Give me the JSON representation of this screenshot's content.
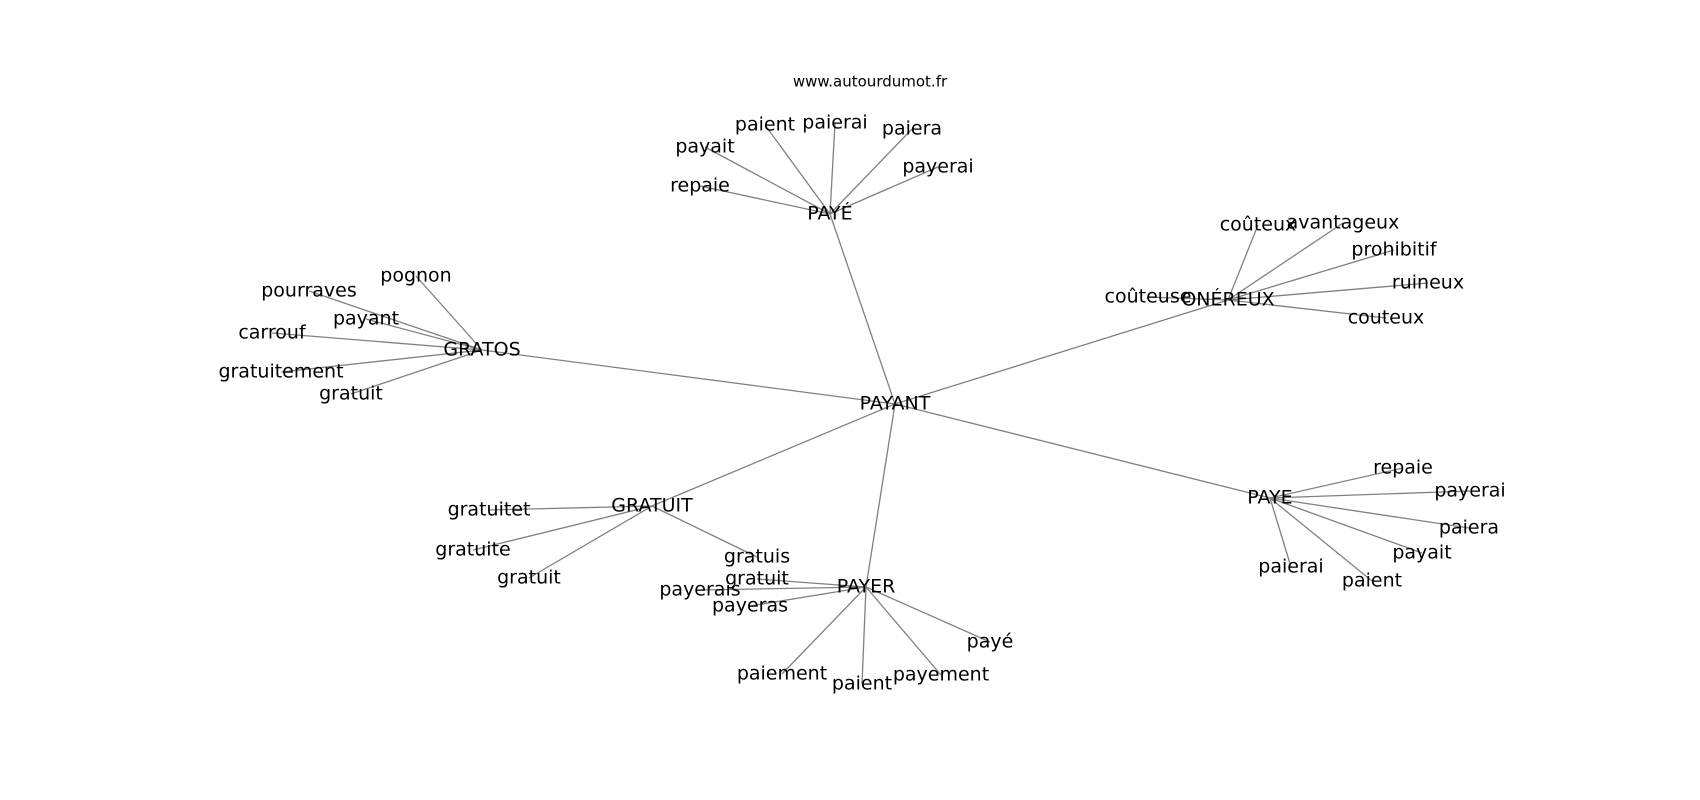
{
  "source": "www.autourdumot.fr",
  "graph": {
    "center": "PAYANT",
    "hubs": [
      {
        "id": "paye_accent",
        "label": "PAYÉ",
        "leaves": [
          "paient",
          "paierai",
          "paiera",
          "payait",
          "payerai",
          "repaie"
        ]
      },
      {
        "id": "gratos",
        "label": "GRATOS",
        "leaves": [
          "pognon",
          "pourraves",
          "payant",
          "carrouf",
          "gratuitement",
          "gratuit"
        ]
      },
      {
        "id": "onereux",
        "label": "ONÉREUX",
        "leaves": [
          "coûteux",
          "avantageux",
          "prohibitif",
          "ruineux",
          "couteux",
          "coûteuse"
        ]
      },
      {
        "id": "gratuit",
        "label": "GRATUIT",
        "leaves": [
          "gratuitet",
          "gratuite",
          "gratuit",
          "gratuis"
        ]
      },
      {
        "id": "payer",
        "label": "PAYER",
        "leaves": [
          "gratuit",
          "payerais",
          "payeras",
          "payé",
          "paiement",
          "paient",
          "payement"
        ]
      },
      {
        "id": "paye",
        "label": "PAYE",
        "leaves": [
          "repaie",
          "payerai",
          "paiera",
          "payait",
          "paierai",
          "paient"
        ]
      }
    ]
  }
}
